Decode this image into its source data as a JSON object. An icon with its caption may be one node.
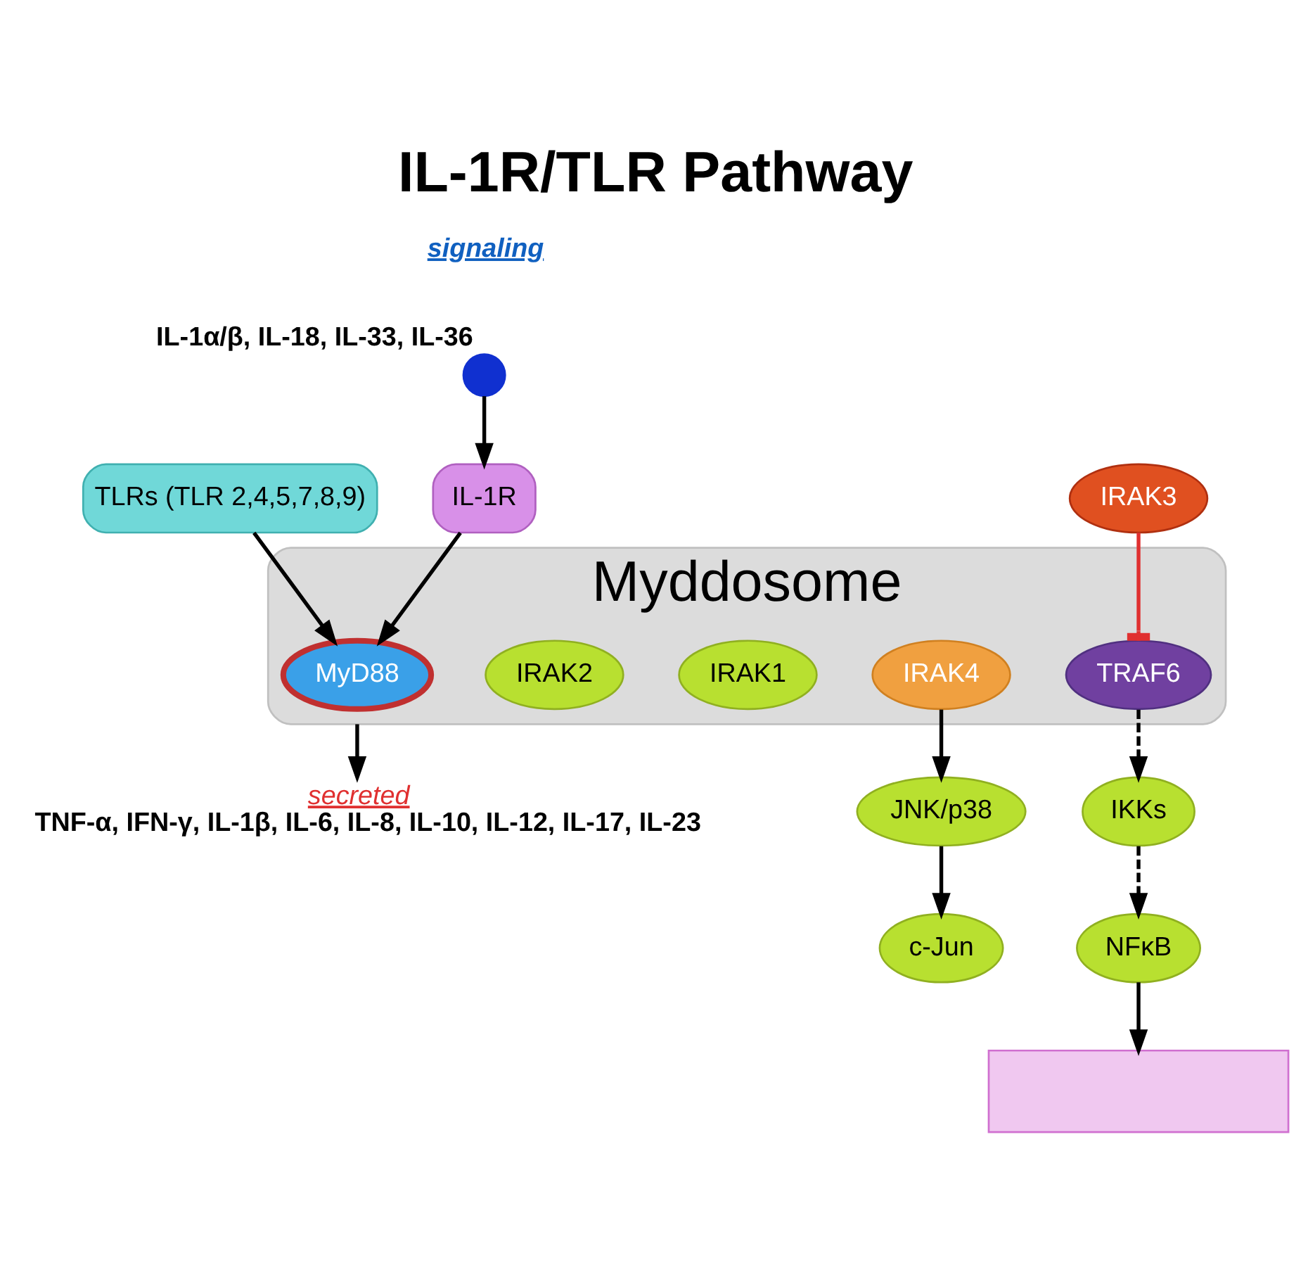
{
  "diagram": {
    "title": "IL-1R/TLR Pathway",
    "nodes": [
      {
        "text": [],
        "shape": "circle",
        "beside": [
          "IL-1α/β, IL-18, IL-33, IL-36"
        ]
      },
      {
        "text": [
          "secreted",
          "TNF-α, IFN-γ, IL-1β, IL-6, IL-8, IL-10, IL-12, IL-17, IL-23"
        ]
      },
      {
        "text": [
          "TLRs (TLR 2,4,5,7,8,9)"
        ]
      },
      {
        "text": [
          "IL-1R"
        ]
      },
      {
        "text": [
          "Myddosome"
        ]
      },
      {
        "text": [
          "MyD88"
        ],
        "in": 4
      },
      {
        "text": [
          "IRAK4"
        ],
        "in": 4
      },
      {
        "text": [
          "IRAK1"
        ],
        "in": 4
      },
      {
        "text": [
          "IRAK2"
        ],
        "in": 4
      },
      {
        "text": [
          "TRAF6"
        ],
        "in": 4
      },
      {
        "text": [
          "JNK/p38"
        ]
      },
      {
        "text": [
          "IRAK3"
        ]
      },
      {
        "text": [
          "IKKs"
        ]
      },
      {
        "text": [
          "NFκB"
        ]
      },
      {
        "text": [
          "c-Jun"
        ]
      },
      {
        "text": [],
        "shape": "box"
      }
    ],
    "edges": [
      {
        "from": 0,
        "to": 3,
        "arrow": "to"
      },
      {
        "from": 2,
        "to": 5,
        "arrow": "to"
      },
      {
        "from": 3,
        "to": 5,
        "arrow": "to"
      },
      {
        "from": 4,
        "to": 1,
        "arrow": "to"
      },
      {
        "from": 6,
        "to": 10,
        "arrow": "to"
      },
      {
        "from": 11,
        "to": 9,
        "arrow": "other",
        "color": "#e03030"
      },
      {
        "from": 9,
        "to": 12,
        "arrow": "to",
        "style": "dashed"
      },
      {
        "from": 12,
        "to": 13,
        "arrow": "to",
        "style": "dashed"
      },
      {
        "from": 13,
        "to": 15,
        "arrow": "to"
      },
      {
        "from": 10,
        "to": 14,
        "arrow": "to"
      }
    ],
    "labels": [
      "signaling"
    ]
  }
}
